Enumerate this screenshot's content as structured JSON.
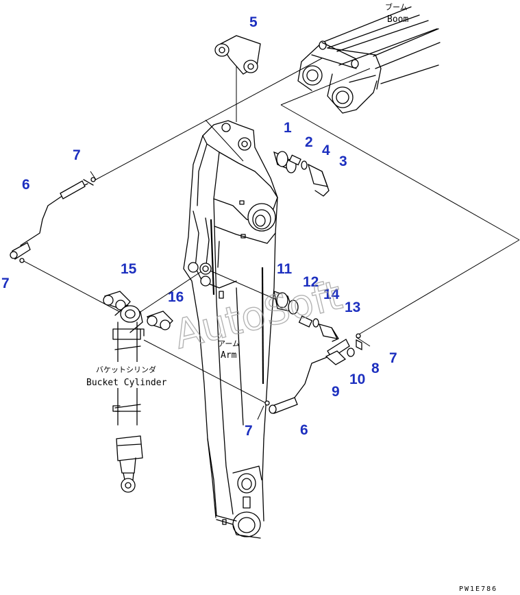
{
  "colors": {
    "callout": "#1c2fbf",
    "line": "#000000"
  },
  "labels": {
    "boom_jp": "ブーム",
    "boom_en": "Boom",
    "arm_jp": "アーム",
    "arm_en": "Arm",
    "bucket_cylinder_jp": "バケットシリンダ",
    "bucket_cylinder_en": "Bucket Cylinder",
    "drawing_code": "PW1E786",
    "watermark": "AutoSoft"
  },
  "callouts": [
    "1",
    "2",
    "3",
    "4",
    "5",
    "6",
    "6",
    "7",
    "7",
    "7",
    "7",
    "8",
    "9",
    "10",
    "11",
    "12",
    "13",
    "14",
    "15",
    "16"
  ]
}
